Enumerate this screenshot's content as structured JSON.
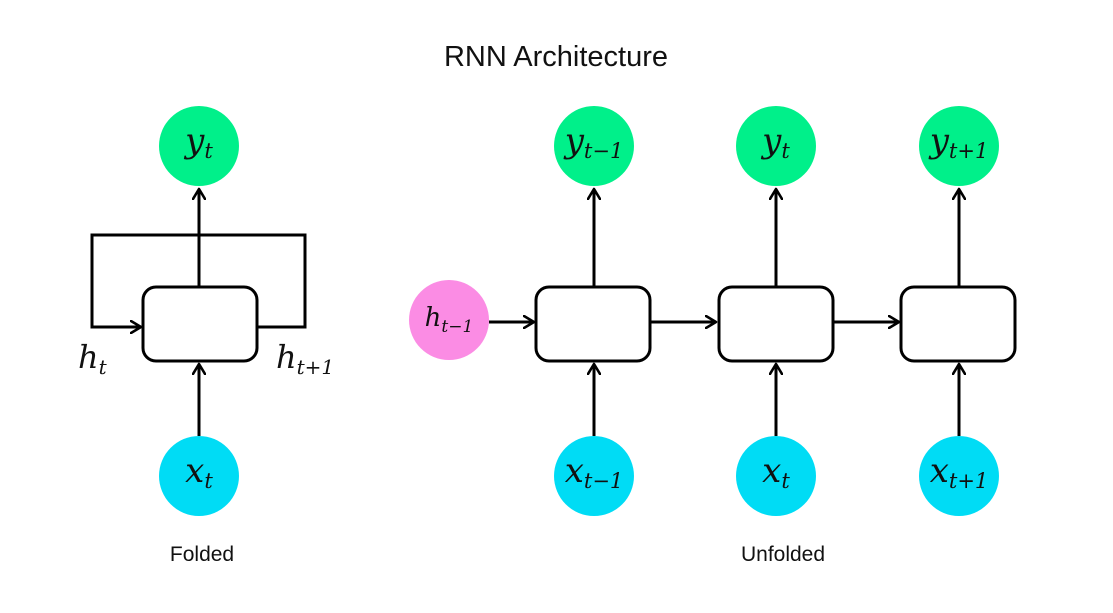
{
  "title": "RNN Architecture",
  "captions": {
    "folded": "Folded",
    "unfolded": "Unfolded"
  },
  "colors": {
    "output": "#00f08a",
    "input": "#00dcf5",
    "hidden_prev": "#fb8ce4",
    "cell": "#ffffff",
    "stroke": "#000000"
  },
  "folded": {
    "output": {
      "base": "y",
      "sub": "t"
    },
    "input": {
      "base": "x",
      "sub": "t"
    },
    "hidden_in": {
      "base": "h",
      "sub": "t"
    },
    "hidden_out": {
      "base": "h",
      "sub": "t+1"
    }
  },
  "unfolded": {
    "initial_hidden": {
      "base": "h",
      "sub": "t−1"
    },
    "steps": [
      {
        "output": {
          "base": "y",
          "sub": "t−1"
        },
        "input": {
          "base": "x",
          "sub": "t−1"
        }
      },
      {
        "output": {
          "base": "y",
          "sub": "t"
        },
        "input": {
          "base": "x",
          "sub": "t"
        }
      },
      {
        "output": {
          "base": "y",
          "sub": "t+1"
        },
        "input": {
          "base": "x",
          "sub": "t+1"
        }
      }
    ]
  }
}
